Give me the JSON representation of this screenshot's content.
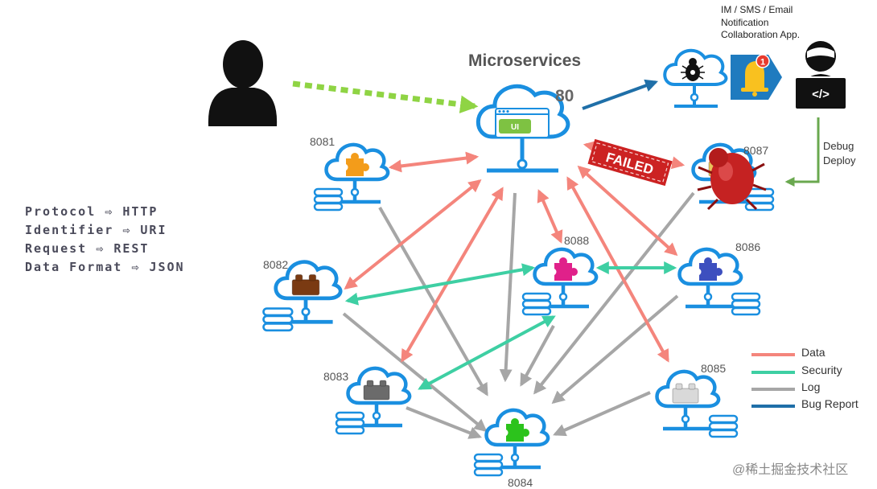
{
  "title": "Microservices",
  "nodes": {
    "ui": {
      "port": "80",
      "badge": "UI"
    },
    "n8081": {
      "port": "8081"
    },
    "n8082": {
      "port": "8082"
    },
    "n8083": {
      "port": "8083"
    },
    "n8084": {
      "port": "8084"
    },
    "n8085": {
      "port": "8085"
    },
    "n8086": {
      "port": "8086"
    },
    "n8087": {
      "port": "8087"
    },
    "n8088": {
      "port": "8088"
    }
  },
  "failed_stamp": "FAILED",
  "notification": {
    "line1": "IM / SMS / Email",
    "line2": "Notification",
    "line3": "Collaboration App.",
    "badge_count": "1"
  },
  "developer_icon_text": "</>",
  "debug_labels": {
    "line1": "Debug",
    "line2": "Deploy"
  },
  "protocol_list": [
    {
      "key": "Protocol",
      "arrow": "⇨",
      "value": "HTTP"
    },
    {
      "key": "Identifier",
      "arrow": "⇨",
      "value": "URI"
    },
    {
      "key": "Request",
      "arrow": "⇨",
      "value": "REST"
    },
    {
      "key": "Data Format",
      "arrow": "⇨",
      "value": "JSON"
    }
  ],
  "legend": [
    {
      "label": "Data",
      "color": "#f4857c"
    },
    {
      "label": "Security",
      "color": "#3ecfa3"
    },
    {
      "label": "Log",
      "color": "#a6a6a6"
    },
    {
      "label": "Bug Report",
      "color": "#1f6fa8"
    }
  ],
  "colors": {
    "cloud": "#1a8fe0",
    "data": "#f4857c",
    "security": "#3ecfa3",
    "log": "#a6a6a6",
    "bug_report": "#1f6fa8",
    "user_arrow": "#8fd444",
    "debug_arrow": "#6aa84f"
  },
  "watermark": "@稀土掘金技术社区"
}
